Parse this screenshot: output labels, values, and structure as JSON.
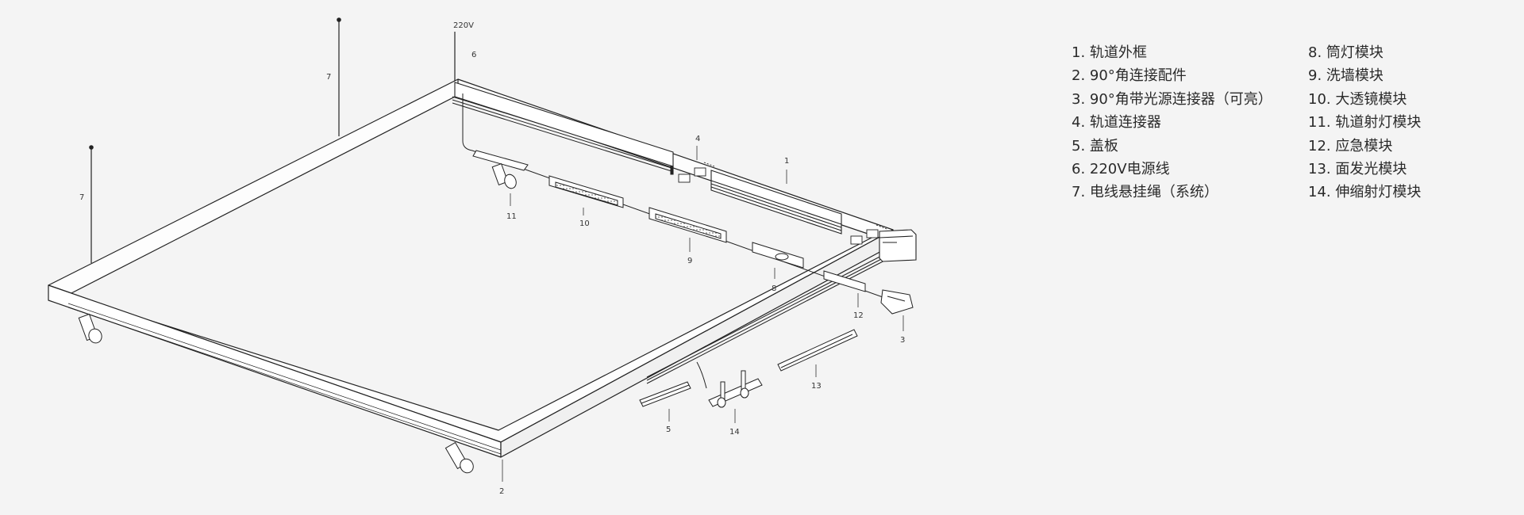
{
  "diagram": {
    "supply_label": "220V",
    "callouts": {
      "c1": "1",
      "c2": "2",
      "c3": "3",
      "c4": "4",
      "c5": "5",
      "c6": "6",
      "c7a": "7",
      "c7b": "7",
      "c8": "8",
      "c9": "9",
      "c10": "10",
      "c11": "11",
      "c12": "12",
      "c13": "13",
      "c14": "14"
    }
  },
  "legend": {
    "left": [
      "1. 轨道外框",
      "2. 90°角连接配件",
      "3. 90°角带光源连接器（可亮）",
      "4. 轨道连接器",
      "5. 盖板",
      "6. 220V电源线",
      "7. 电线悬挂绳（系统）"
    ],
    "right": [
      "8. 筒灯模块",
      "9. 洗墙模块",
      "10. 大透镜模块",
      "11.  轨道射灯模块",
      "12. 应急模块",
      "13. 面发光模块",
      "14. 伸缩射灯模块"
    ]
  },
  "colors": {
    "background": "#f4f4f4",
    "line": "#222222",
    "panel": "#ffffff"
  }
}
